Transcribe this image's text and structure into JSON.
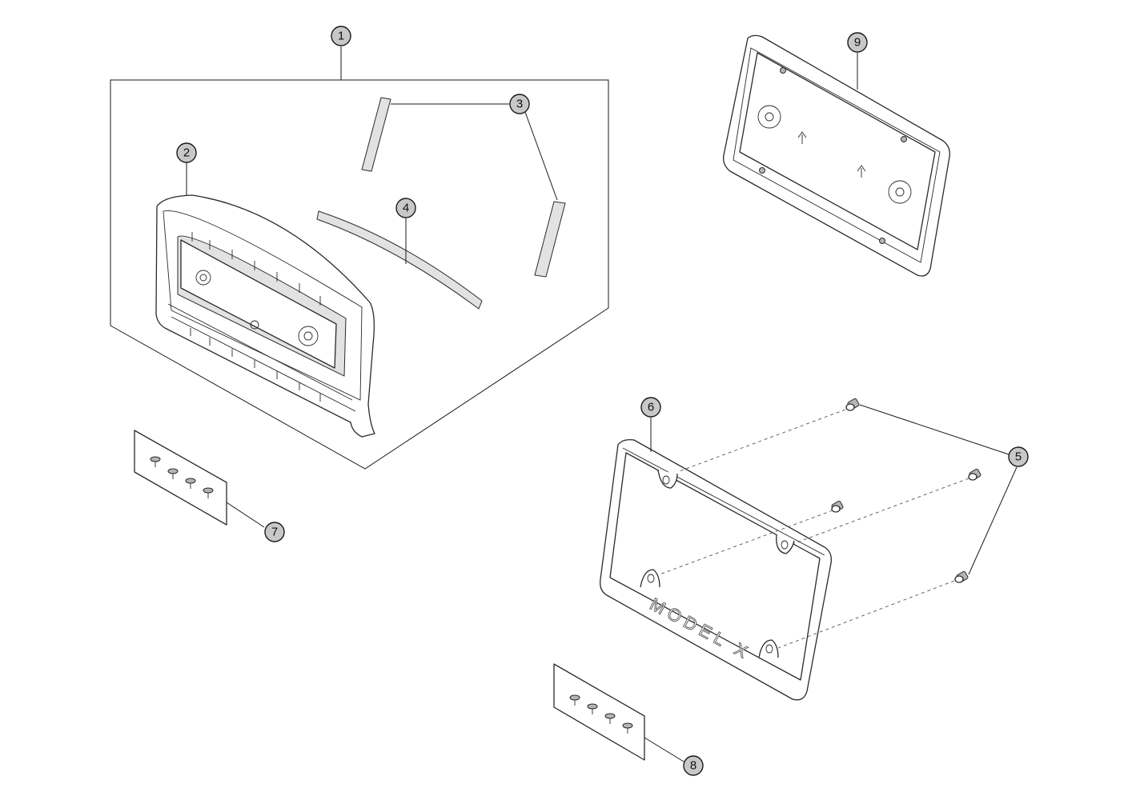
{
  "callouts": [
    {
      "id": "1",
      "label": "1"
    },
    {
      "id": "2",
      "label": "2"
    },
    {
      "id": "3",
      "label": "3"
    },
    {
      "id": "4",
      "label": "4"
    },
    {
      "id": "5",
      "label": "5"
    },
    {
      "id": "6",
      "label": "6"
    },
    {
      "id": "7",
      "label": "7"
    },
    {
      "id": "8",
      "label": "8"
    },
    {
      "id": "9",
      "label": "9"
    }
  ],
  "frame_logo_text": "MODEL X",
  "colors": {
    "callout_fill": "#c8c8c8",
    "line": "#1a1a1a",
    "background": "#ffffff"
  }
}
